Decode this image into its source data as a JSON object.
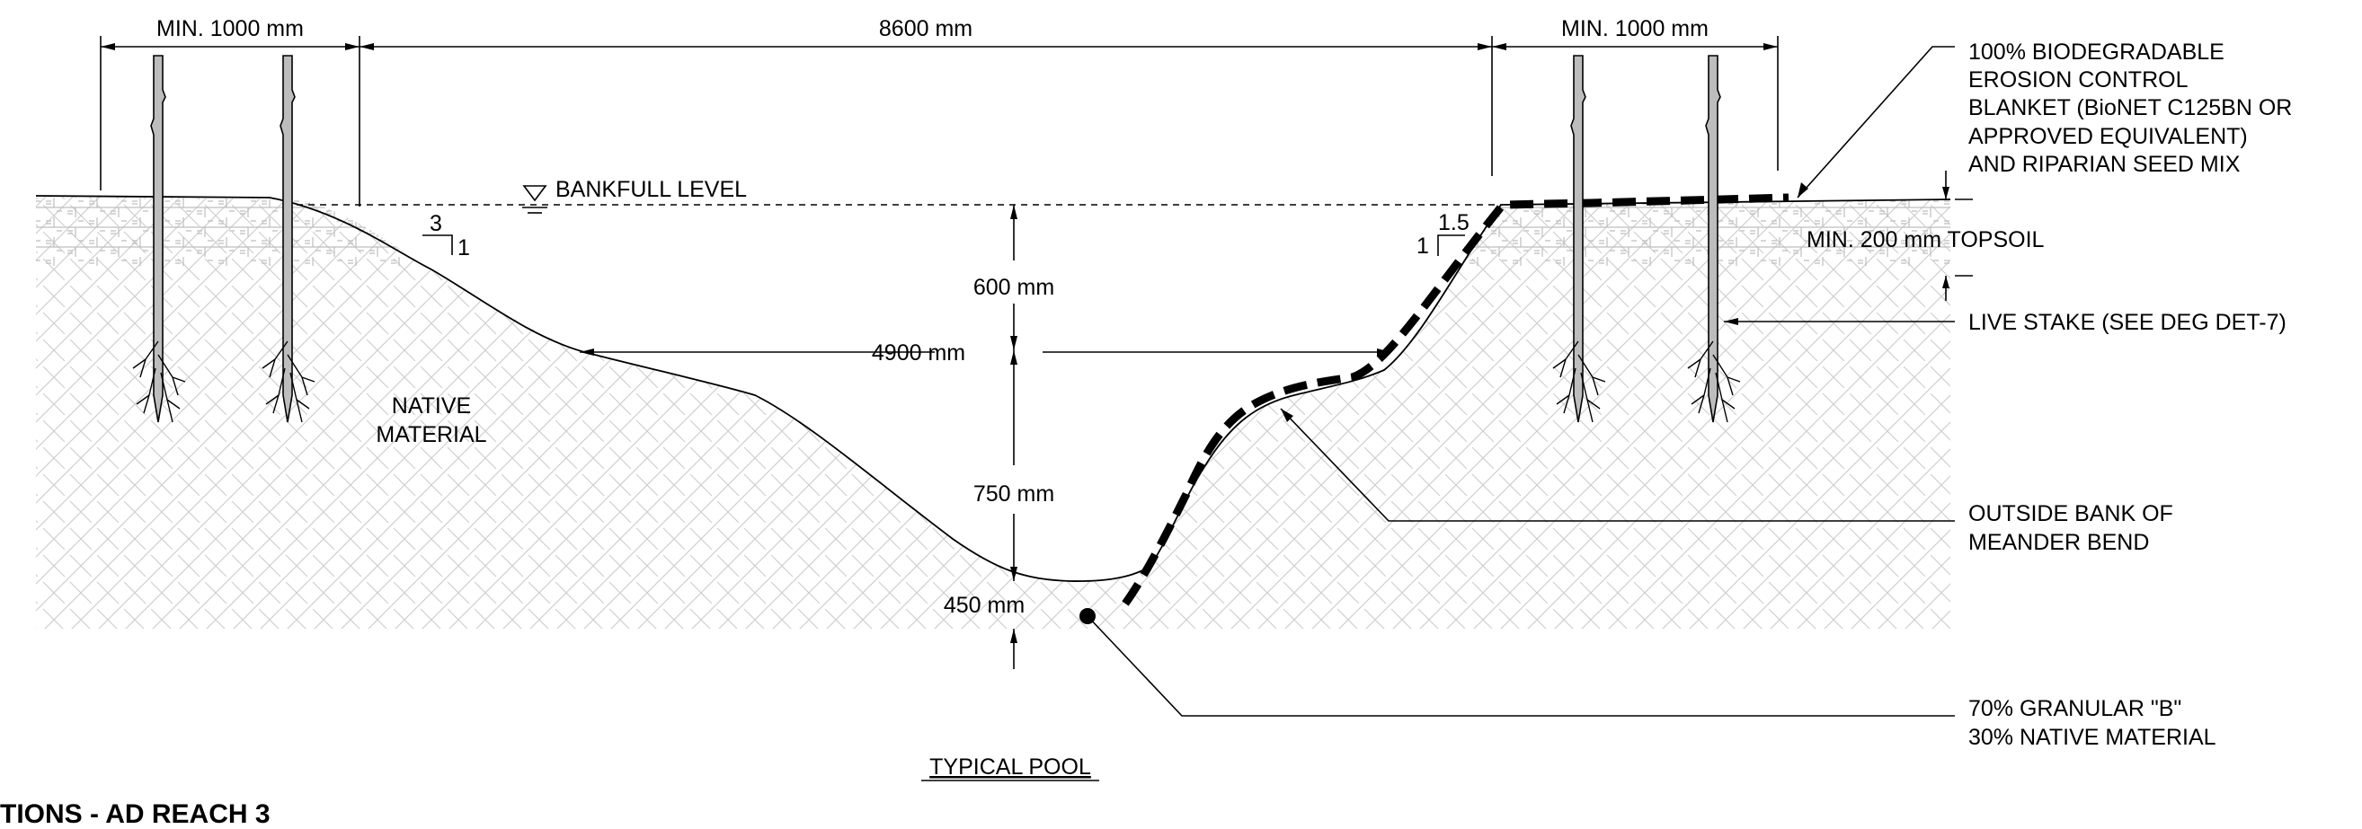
{
  "dimensions": {
    "left_width": "MIN. 1000 mm",
    "span_width": "8600 mm",
    "right_width": "MIN. 1000 mm",
    "mid_width": "4900 mm",
    "depth_upper": "600 mm",
    "depth_lower": "750 mm",
    "depth_substrate": "450 mm"
  },
  "water": {
    "label": "BANKFULL LEVEL"
  },
  "slopes": {
    "left_run": "3",
    "left_rise": "1",
    "right_run": "1.5",
    "right_rise": "1"
  },
  "materials": {
    "native": [
      "NATIVE",
      "MATERIAL"
    ]
  },
  "callouts": {
    "blanket": [
      "100% BIODEGRADABLE",
      "EROSION CONTROL",
      "BLANKET (BioNET C125BN OR",
      "APPROVED EQUIVALENT)",
      "AND RIPARIAN SEED MIX"
    ],
    "topsoil": "MIN. 200 mm TOPSOIL",
    "live_stake": "LIVE STAKE (SEE DEG DET-7)",
    "outside_bank": [
      "OUTSIDE BANK OF",
      "MEANDER BEND"
    ],
    "granular": [
      "70% GRANULAR \"B\"",
      "30% NATIVE MATERIAL"
    ]
  },
  "titles": {
    "section": "TYPICAL POOL",
    "sheet": "TIONS - AD REACH 3"
  },
  "colors": {
    "line": "#000000",
    "hatch": "#bfbfbf",
    "stake": "#bdbdbd"
  }
}
